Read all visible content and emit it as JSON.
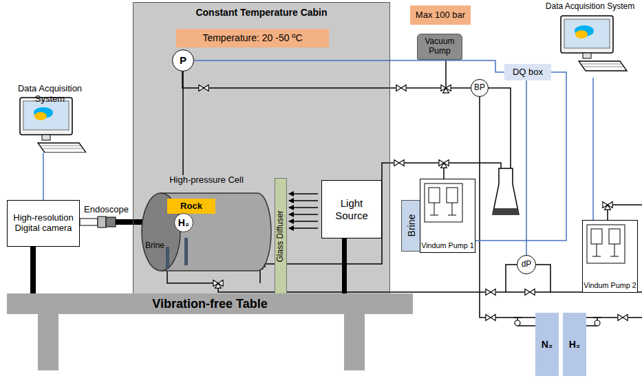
{
  "diagram": {
    "nodes": [
      {
        "text": [
          "Constant Temperature Cabin"
        ]
      },
      {
        "text": [
          "Temperature: 20 -50 ºC"
        ],
        "in": 0
      },
      {
        "text": [
          "P"
        ],
        "in": 0
      },
      {
        "text": [
          "High-pressure Cell"
        ],
        "in": 0
      },
      {
        "text": [
          "Rock"
        ],
        "in": 3
      },
      {
        "text": [
          "H₂"
        ],
        "in": 3
      },
      {
        "text": [
          "Glass Diffuser"
        ],
        "in": 0
      },
      {
        "text": [
          "Light Source"
        ],
        "in": 0
      },
      {
        "text": [
          "Data Acquisition System"
        ]
      },
      {
        "text": [
          "High-resolution Digital camera"
        ]
      },
      {
        "text": [
          "Vibration-free Table"
        ]
      },
      {
        "text": [
          "Max 100 bar"
        ]
      },
      {
        "text": [
          "Vacuum Pump"
        ]
      },
      {
        "text": [
          "Data Acquisition System"
        ]
      },
      {
        "text": [
          "DQ box"
        ]
      },
      {
        "text": [
          "BP"
        ]
      },
      {
        "text": [
          "Brine"
        ]
      },
      {
        "text": [
          "Vindum Pump 1"
        ]
      },
      {
        "text": [
          "dP"
        ]
      },
      {
        "text": [
          "Vindum Pump 2"
        ]
      },
      {
        "text": [
          "N₂"
        ]
      },
      {
        "text": [
          "H₂"
        ]
      }
    ],
    "edges": [
      {
        "from": 9,
        "to": 8,
        "arrow": "none"
      },
      {
        "from": 2,
        "to": 14,
        "arrow": "none"
      },
      {
        "from": 14,
        "to": 13,
        "arrow": "none"
      },
      {
        "from": 17,
        "to": 13,
        "arrow": "none"
      },
      {
        "from": 18,
        "to": 14,
        "arrow": "none"
      },
      {
        "from": 19,
        "to": 13,
        "arrow": "none"
      },
      {
        "from": 2,
        "to": 3,
        "arrow": "none"
      }
    ],
    "labels": [
      "Endoscope",
      "Brine"
    ]
  }
}
